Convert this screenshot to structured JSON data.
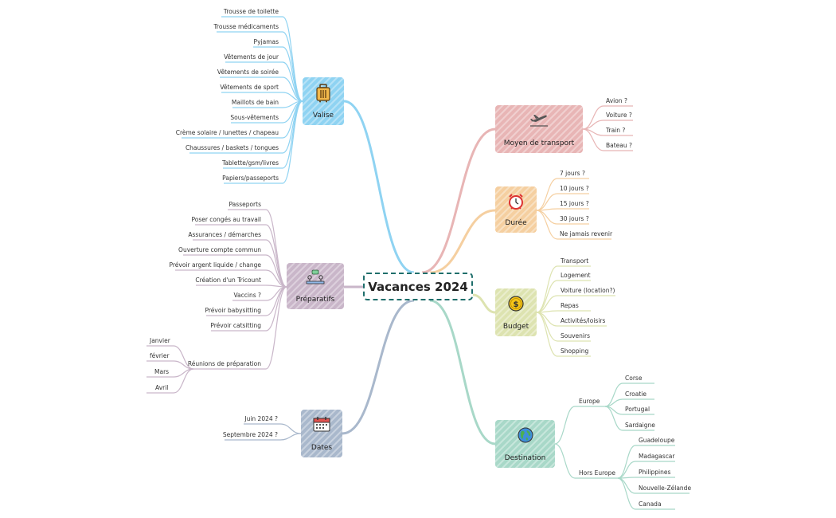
{
  "central": "Vacances 2024",
  "topics": {
    "valise": {
      "label": "Valise",
      "icon": "suitcase-icon",
      "color": "#8fd3f2",
      "items": [
        "Trousse de toilette",
        "Trousse médicaments",
        "Pyjamas",
        "Vêtements de jour",
        "Vêtements de soirée",
        "Vêtements de sport",
        "Maillots de bain",
        "Sous-vêtements",
        "Crème solaire / lunettes / chapeau",
        "Chaussures / baskets / tongues",
        "Tablette/gsm/livres",
        "Papiers/passeports"
      ]
    },
    "preparatifs": {
      "label": "Préparatifs",
      "icon": "meeting-icon",
      "color": "#c9b6c9",
      "items": [
        "Passeports",
        "Poser congés au travail",
        "Assurances / démarches",
        "Ouverture compte commun",
        "Prévoir argent liquide / change",
        "Création d'un Tricount",
        "Vaccins ?",
        "Prévoir babysitting",
        "Prévoir catsitting"
      ],
      "reunions": {
        "label": "Réunions de préparation",
        "items": [
          "Janvier",
          "février",
          "Mars",
          "Avril"
        ]
      }
    },
    "dates": {
      "label": "Dates",
      "icon": "calendar-icon",
      "color": "#a9b8cc",
      "items": [
        "Juin 2024 ?",
        "Septembre 2024 ?"
      ]
    },
    "transport": {
      "label": "Moyen de transport",
      "icon": "airplane-icon",
      "color": "#e8b5b5",
      "items": [
        "Avion ?",
        "Voiture ?",
        "Train ?",
        "Bateau ?"
      ]
    },
    "duree": {
      "label": "Durée",
      "icon": "alarm-clock-icon",
      "color": "#f5cfa0",
      "items": [
        "7 jours ?",
        "10 jours ?",
        "15 jours ?",
        "30 jours ?",
        "Ne jamais revenir"
      ]
    },
    "budget": {
      "label": "Budget",
      "icon": "coin-icon",
      "color": "#dde3b0",
      "items": [
        "Transport",
        "Logement",
        "Voiture (location?)",
        "Repas",
        "Activités/loisirs",
        "Souvenirs",
        "Shopping"
      ]
    },
    "destination": {
      "label": "Destination",
      "icon": "globe-icon",
      "color": "#a8d8c8",
      "europe": {
        "label": "Europe",
        "items": [
          "Corse",
          "Croatie",
          "Portugal",
          "Sardaigne"
        ]
      },
      "hors_europe": {
        "label": "Hors Europe",
        "items": [
          "Guadeloupe",
          "Madagascar",
          "Philippines",
          "Nouvelle-Zélande",
          "Canada"
        ]
      }
    }
  }
}
